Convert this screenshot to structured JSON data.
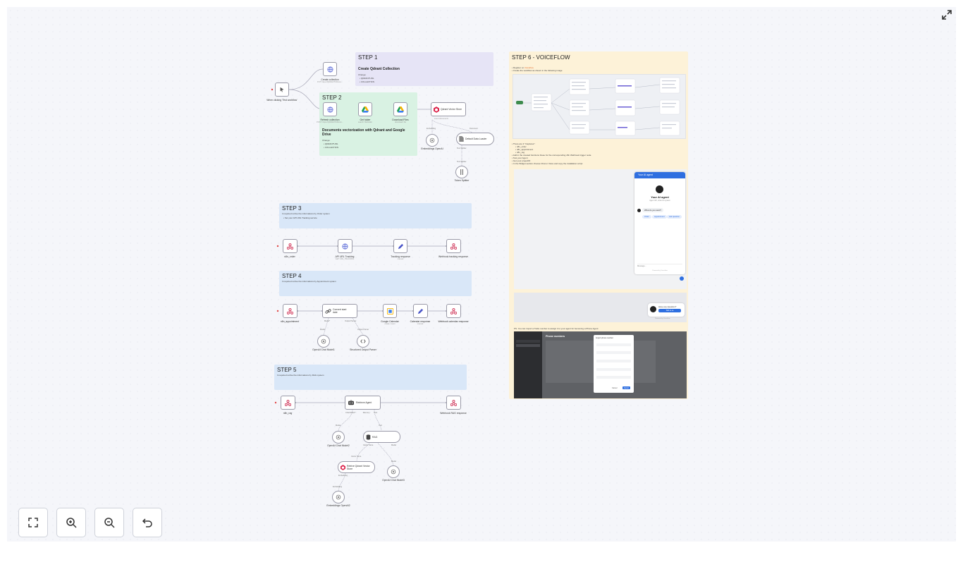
{
  "steps": {
    "step1": {
      "title": "STEP 1",
      "subtitle": "Create Qdrant Collection",
      "change": "Change:",
      "items": [
        "QDRANTURL",
        "COLLECTION"
      ]
    },
    "step2": {
      "title": "STEP 2",
      "subtitle": "Documents vectorization with Qdrant and Google Drive",
      "change": "Change:",
      "items": [
        "QDRANTURL",
        "COLLECTION"
      ]
    },
    "step3": {
      "title": "STEP 3",
      "line1": "It required retrive the informations by Order system",
      "line2": "Set your API URL Tracking service"
    },
    "step4": {
      "title": "STEP 4",
      "line1": "It required retrive the informations by Appointment system"
    },
    "step5": {
      "title": "STEP 5",
      "line1": "It required retrive the informations by RAG system"
    },
    "step6": {
      "title": "STEP 6 - VOICEFLOW",
      "reg_prefix": "Register on ",
      "reg_link": "Voiceflow",
      "line2": "Create the workflow as shown in the following image",
      "captures_head": "There are 3 \"Captures\":",
      "captures": [
        "n8n_order",
        "n8n_appointment",
        "n8n_rag"
      ],
      "steps_more": [
        "Add in the created functions these for the corresponding n8n Webhook trigger node",
        "Test your Agent",
        "Get your projectID",
        "In the Widget section choose Chat or Voice and copy the installation script"
      ],
      "ps": "PS. You can import a Twilio number to assign it to your agent for becoming a Phone Agent"
    }
  },
  "nodes": {
    "trigger": {
      "label": "When clicking 'Test workflow'"
    },
    "create_collection": {
      "label": "Create collection",
      "sub": "PUT: https://QDRANTURL/co..."
    },
    "refresh_collection": {
      "label": "Refresh collection",
      "sub": "POST: https://QDRANTURL/co..."
    },
    "get_folder": {
      "label": "Get folder",
      "sub": "search: fileFolder"
    },
    "download_files": {
      "label": "Download Files",
      "sub": "download: file"
    },
    "qdrant_store": {
      "label": "Qdrant Vector Store",
      "sub": "insert documents"
    },
    "embeddings1": {
      "label": "Embeddings OpenAI"
    },
    "data_loader": {
      "label": "Default Data Loader"
    },
    "token_splitter": {
      "label": "Token Splitter"
    },
    "n8n_order": {
      "label": "n8n_order"
    },
    "api_tracking": {
      "label": "API URL Tracking",
      "sub": "GET: URL_TRACKING"
    },
    "tracking_response": {
      "label": "Tracking response",
      "sub": "manual"
    },
    "webhook_tracking": {
      "label": "Webhook tracking response"
    },
    "n8n_appointment": {
      "label": "n8n_appointment"
    },
    "convert_date": {
      "label": "Convert start date"
    },
    "google_calendar": {
      "label": "Google Calendar",
      "sub": "create: event"
    },
    "calendar_response": {
      "label": "Calendar response",
      "sub": "manual"
    },
    "webhook_calendar": {
      "label": "Webhook calendar response"
    },
    "chat_model1": {
      "label": "OpenAI Chat Model1"
    },
    "output_parser": {
      "label": "Structured Output Parser"
    },
    "n8n_rag": {
      "label": "n8n_rag"
    },
    "retrieve_agent": {
      "label": "Retrieve Agent"
    },
    "webhook_rag": {
      "label": "Webhook RAG response"
    },
    "chat_model2": {
      "label": "OpenAI Chat Model2"
    },
    "rag": {
      "label": "RAG"
    },
    "retrieve_store": {
      "label": "Retrive Qdrant Vector Store"
    },
    "chat_model3": {
      "label": "OpenAI Chat Model3"
    },
    "embeddings2": {
      "label": "Embeddings OpenAI2"
    }
  },
  "ports": {
    "embedding": "Embedding",
    "document": "Document",
    "text_splitter": "Text Splitter",
    "model": "Model",
    "output_parser": "Output Parser",
    "chat_model": "Chat Model",
    "memory": "Memory",
    "tool": "Tool",
    "vector_store": "Vector Store",
    "embeddings": "Embeddings",
    "chat_model_req": "Chat Model*",
    "document_req": "Document*",
    "embedding_req": "Embedding*",
    "model_req": "Model*"
  },
  "chat_widget": {
    "header": "Your AI agent",
    "agent_name": "Your AI agent",
    "agent_sub": "Agent rich, ultra rich system",
    "message": "What do you want?",
    "chips": [
      "Order",
      "Appointment",
      "Ask question"
    ],
    "input_placeholder": "Message...",
    "powered": "Powered by Voiceflow"
  },
  "voice_widget": {
    "question": "Have any Question?",
    "button": "Talk to us",
    "powered": "Powered by Voiceflow"
  },
  "phone_modal": {
    "title": "Phone numbers",
    "modal_title": "Import phone number",
    "cancel": "Cancel",
    "import": "Import"
  },
  "controls": {
    "fit_view": "fit-view",
    "zoom_in": "zoom-in",
    "zoom_out": "zoom-out",
    "reset": "reset-zoom"
  },
  "colors": {
    "canvas": "#f5f6fa",
    "step_purple": "#e6e4f6",
    "step_green": "#d9f2e3",
    "step_blue": "#d9e7f8",
    "step_yellow": "#fdf2d8",
    "connector": "#a8a8b8",
    "accent_blue": "#2f6fe0"
  }
}
